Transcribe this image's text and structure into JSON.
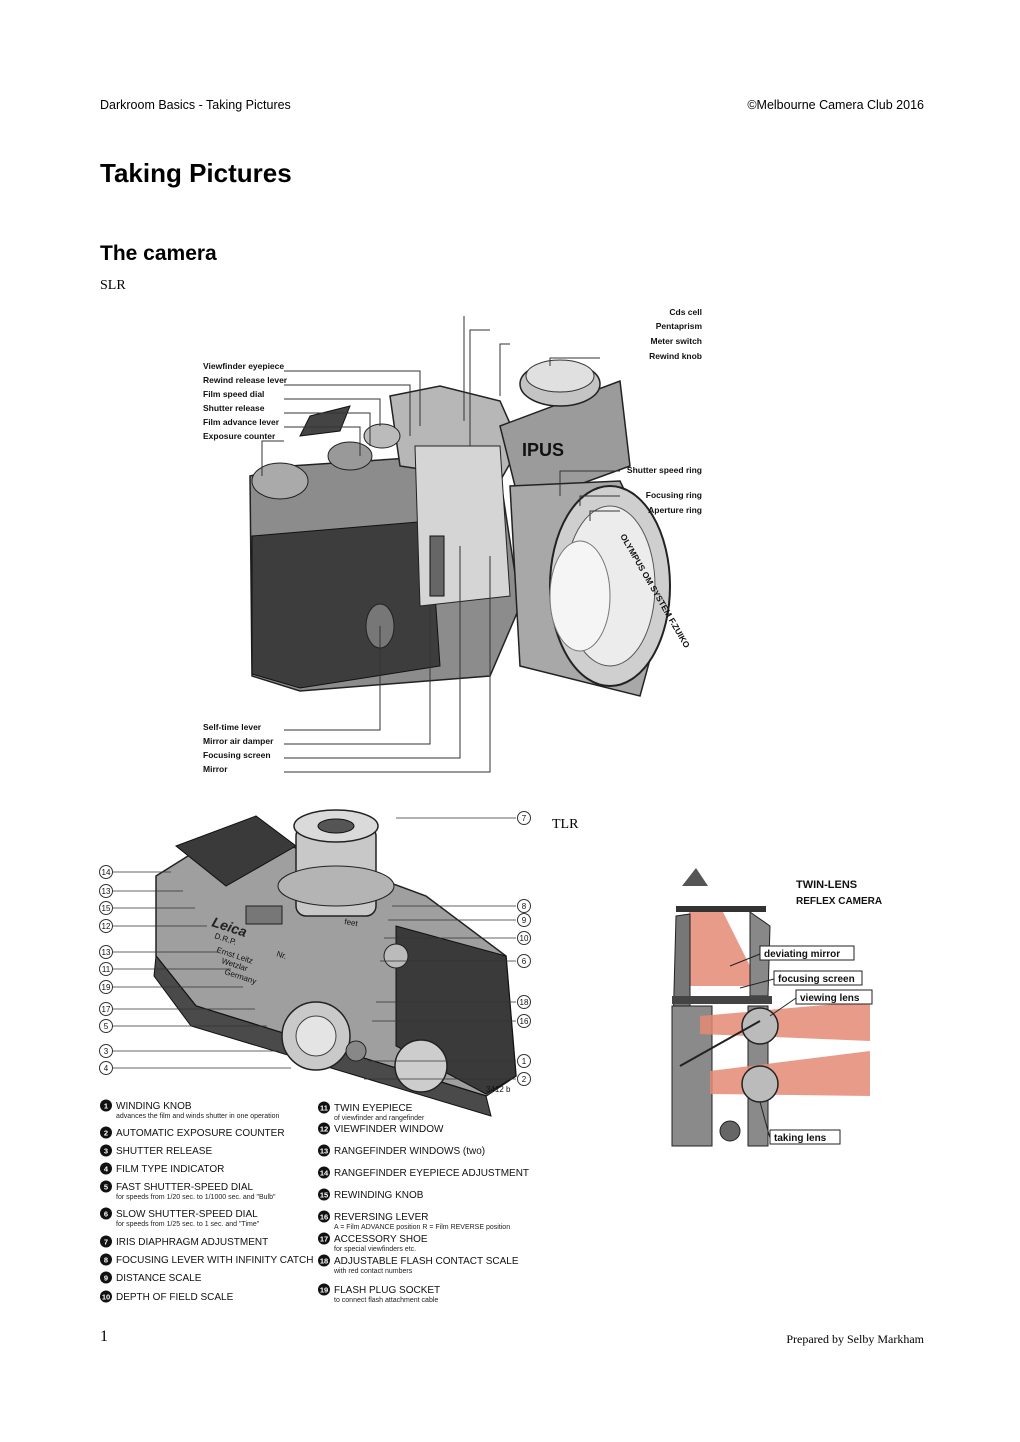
{
  "header": {
    "left": "Darkroom Basics  - Taking Pictures",
    "right": "©Melbourne Camera Club 2016"
  },
  "title": "Taking Pictures",
  "section": {
    "heading": "The camera",
    "slr_label": "SLR",
    "tlr_label": "TLR"
  },
  "slr_figure": {
    "left_labels_top": [
      "Viewfinder eyepiece",
      "Rewind release lever",
      "Film speed dial",
      "Shutter release",
      "Film advance lever",
      "Exposure counter"
    ],
    "left_labels_bottom": [
      "Self-time lever",
      "Mirror air damper",
      "Focusing screen",
      "Mirror"
    ],
    "right_labels_top": [
      "Cds cell",
      "Pentaprism",
      "Meter switch",
      "Rewind knob"
    ],
    "right_labels_mid": [
      "Shutter speed ring",
      "Focusing ring",
      "Aperture ring"
    ],
    "brand_text": "IPUS",
    "lens_text": "OLYMPUS  OM SYSTEM F.ZUIKO"
  },
  "leica_figure": {
    "callouts_left": [
      "14",
      "13",
      "15",
      "12",
      "13",
      "11",
      "19",
      "17",
      "5",
      "3",
      "4"
    ],
    "callouts_right": [
      "7",
      "8",
      "9",
      "10",
      "6",
      "18",
      "16",
      "1",
      "2"
    ],
    "code": "3412 b",
    "body_text": [
      "Leica",
      "D.R.P.",
      "Ernst Leitz",
      "Wetzlar",
      "Germany",
      "Nr.",
      "feet"
    ],
    "legend_left": [
      {
        "n": "1",
        "label": "WINDING KNOB",
        "sub": "advances the film and winds shutter in one operation"
      },
      {
        "n": "2",
        "label": "AUTOMATIC EXPOSURE COUNTER",
        "sub": ""
      },
      {
        "n": "3",
        "label": "SHUTTER RELEASE",
        "sub": ""
      },
      {
        "n": "4",
        "label": "FILM TYPE INDICATOR",
        "sub": ""
      },
      {
        "n": "5",
        "label": "FAST SHUTTER-SPEED DIAL",
        "sub": "for speeds from 1/20 sec. to 1/1000 sec. and \"Bulb\""
      },
      {
        "n": "6",
        "label": "SLOW SHUTTER-SPEED DIAL",
        "sub": "for speeds from 1/25 sec. to 1 sec. and \"Time\""
      },
      {
        "n": "7",
        "label": "IRIS DIAPHRAGM ADJUSTMENT",
        "sub": ""
      },
      {
        "n": "8",
        "label": "FOCUSING LEVER WITH INFINITY CATCH",
        "sub": ""
      },
      {
        "n": "9",
        "label": "DISTANCE SCALE",
        "sub": ""
      },
      {
        "n": "10",
        "label": "DEPTH OF FIELD SCALE",
        "sub": ""
      }
    ],
    "legend_right": [
      {
        "n": "11",
        "label": "TWIN EYEPIECE",
        "sub": "of viewfinder and rangefinder"
      },
      {
        "n": "12",
        "label": "VIEWFINDER WINDOW",
        "sub": ""
      },
      {
        "n": "13",
        "label": "RANGEFINDER WINDOWS (two)",
        "sub": ""
      },
      {
        "n": "14",
        "label": "RANGEFINDER EYEPIECE ADJUSTMENT",
        "sub": ""
      },
      {
        "n": "15",
        "label": "REWINDING KNOB",
        "sub": ""
      },
      {
        "n": "16",
        "label": "REVERSING LEVER",
        "sub": "A = Film ADVANCE position  R = Film REVERSE position"
      },
      {
        "n": "17",
        "label": "ACCESSORY SHOE",
        "sub": "for special viewfinders etc."
      },
      {
        "n": "18",
        "label": "ADJUSTABLE FLASH CONTACT SCALE",
        "sub": "with red contact numbers"
      },
      {
        "n": "19",
        "label": "FLASH PLUG SOCKET",
        "sub": "to connect flash attachment cable"
      }
    ]
  },
  "tlr_figure": {
    "title_line1": "TWIN-LENS",
    "title_line2": "REFLEX  CAMERA",
    "labels": [
      "deviating mirror",
      "focusing screen",
      "viewing lens",
      "taking lens"
    ]
  },
  "footer": {
    "page_number": "1",
    "credit": "Prepared by Selby Markham"
  },
  "colors": {
    "light_beam": "#e58a76",
    "camera_body": "#9a9a9a",
    "leather": "#3a3a3a"
  }
}
